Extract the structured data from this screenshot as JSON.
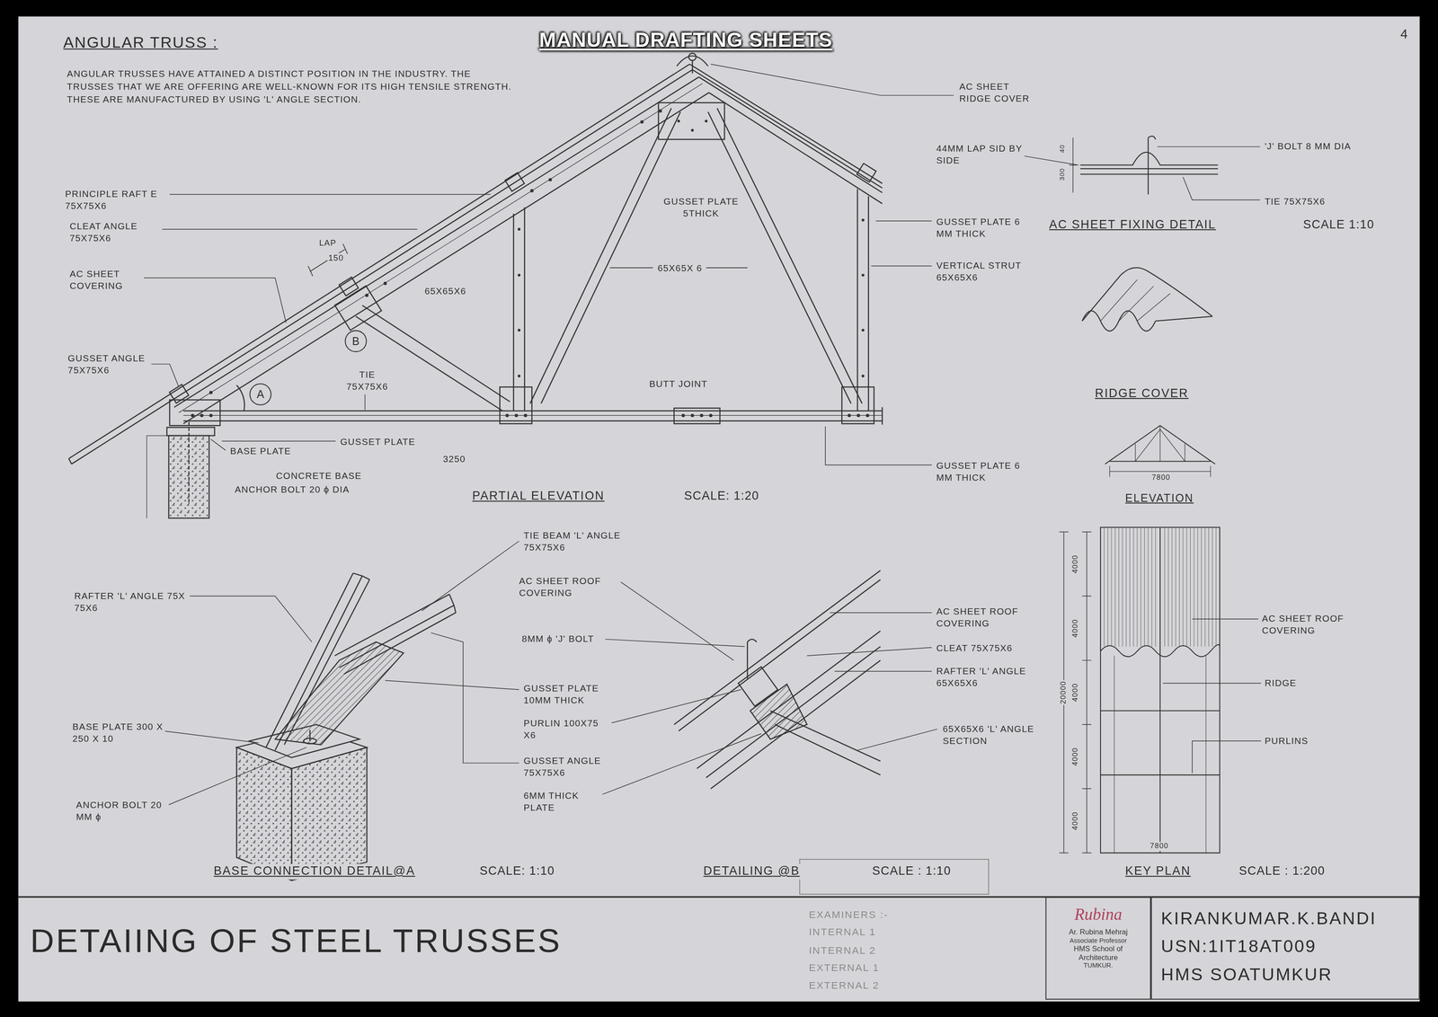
{
  "diagram": {
    "title": "DETAIING OF STEEL TRUSSES",
    "nodes": [
      {
        "text": [
          "A"
        ]
      },
      {
        "text": [
          "B"
        ]
      },
      {
        "text": [
          "KIRANKUMAR.K.BANDI",
          "USN:1IT18AT009",
          "HMS SOATUMKUR"
        ]
      },
      {
        "text": [
          "Rubina",
          "Ar. Rubina Mehraj",
          "Associate Professor",
          "HMS School of Architecture",
          "TUMKUR."
        ]
      },
      {
        "text": [
          "EXAMINERS :-",
          "INTERNAL 1",
          "INTERNAL 2",
          "EXTERNAL 1",
          "EXTERNAL 2"
        ]
      }
    ],
    "labels": [
      "MANUAL DRAFTING SHEETS",
      "4",
      "ANGULAR TRUSS :",
      "ANGULAR TRUSSES HAVE ATTAINED A DISTINCT POSITION IN THE INDUSTRY. THE TRUSSES THAT WE ARE OFFERING ARE WELL-KNOWN FOR ITS HIGH TENSILE STRENGTH. THESE ARE MANUFACTURED BY USING 'L' ANGLE SECTION.",
      "PRINCIPLE RAFT E 75X75X6",
      "CLEAT ANGLE 75X75X6",
      "AC SHEET COVERING",
      "GUSSET ANGLE 75X75X6",
      "LAP",
      "150",
      "65X65X6",
      "GUSSET PLATE 5THICK",
      "65X65X 6",
      "TIE 75X75X6",
      "BUTT JOINT",
      "GUSSET PLATE",
      "3250",
      "BASE PLATE",
      "CONCRETE BASE",
      "ANCHOR BOLT 20 ϕ DIA",
      "PARTIAL ELEVATION",
      "SCALE: 1:20",
      "AC SHEET RIDGE COVER",
      "44MM LAP SID BY SIDE",
      "40",
      "300",
      "'J' BOLT 8 MM DIA",
      "TIE 75X75X6",
      "GUSSET PLATE 6 MM THICK",
      "AC SHEET FIXING DETAIL",
      "SCALE 1:10",
      "VERTICAL STRUT 65X65X6",
      "RIDGE COVER",
      "GUSSET PLATE 6 MM THICK",
      "7800",
      "ELEVATION",
      "TIE BEAM 'L' ANGLE 75X75X6",
      "RAFTER 'L' ANGLE 75X 75X6",
      "BASE PLATE 300 X 250 X 10",
      "ANCHOR BOLT 20 MM ϕ",
      "BASE CONNECTION DETAIL@A",
      "SCALE: 1:10",
      "AC SHEET ROOF COVERING",
      "8MM ϕ 'J' BOLT",
      "GUSSET PLATE 10MM THICK",
      "PURLIN 100X75 X6",
      "GUSSET ANGLE 75X75X6",
      "6MM THICK PLATE",
      "AC SHEET ROOF COVERING",
      "CLEAT 75X75X6",
      "RAFTER 'L' ANGLE 65X65X6",
      "65X65X6 'L' ANGLE SECTION",
      "DETAILING @B",
      "SCALE : 1:10",
      "AC SHEET ROOF COVERING",
      "RIDGE",
      "PURLINS",
      "KEY PLAN",
      "SCALE : 1:200",
      "20000",
      "4000",
      "4000",
      "4000",
      "4000",
      "4000",
      "7800"
    ]
  }
}
